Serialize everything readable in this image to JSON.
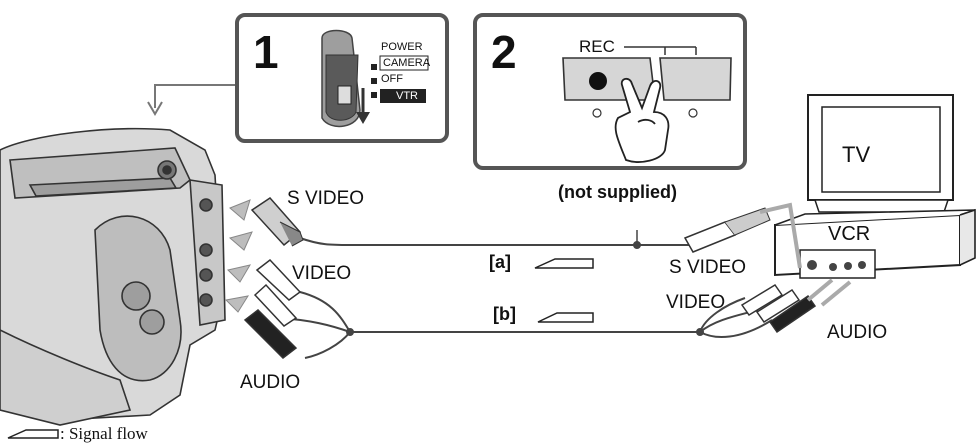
{
  "step1": {
    "number": "1",
    "switch_title": "POWER",
    "positions": [
      "CAMERA",
      "OFF",
      "VTR"
    ]
  },
  "step2": {
    "number": "2",
    "button_label": "REC"
  },
  "cable_note": "(not supplied)",
  "cables": {
    "a": "[a]",
    "b": "[b]"
  },
  "camcorder_ports": {
    "svideo": "S VIDEO",
    "video": "VIDEO",
    "audio": "AUDIO"
  },
  "vcr_ports": {
    "svideo": "S VIDEO",
    "video": "VIDEO",
    "audio": "AUDIO"
  },
  "devices": {
    "tv": "TV",
    "vcr": "VCR"
  },
  "legend": {
    "text": ": Signal flow"
  },
  "icons": [
    "signal-flow-arrow-icon",
    "pointing-hand-icon",
    "redirect-arrow-icon"
  ]
}
